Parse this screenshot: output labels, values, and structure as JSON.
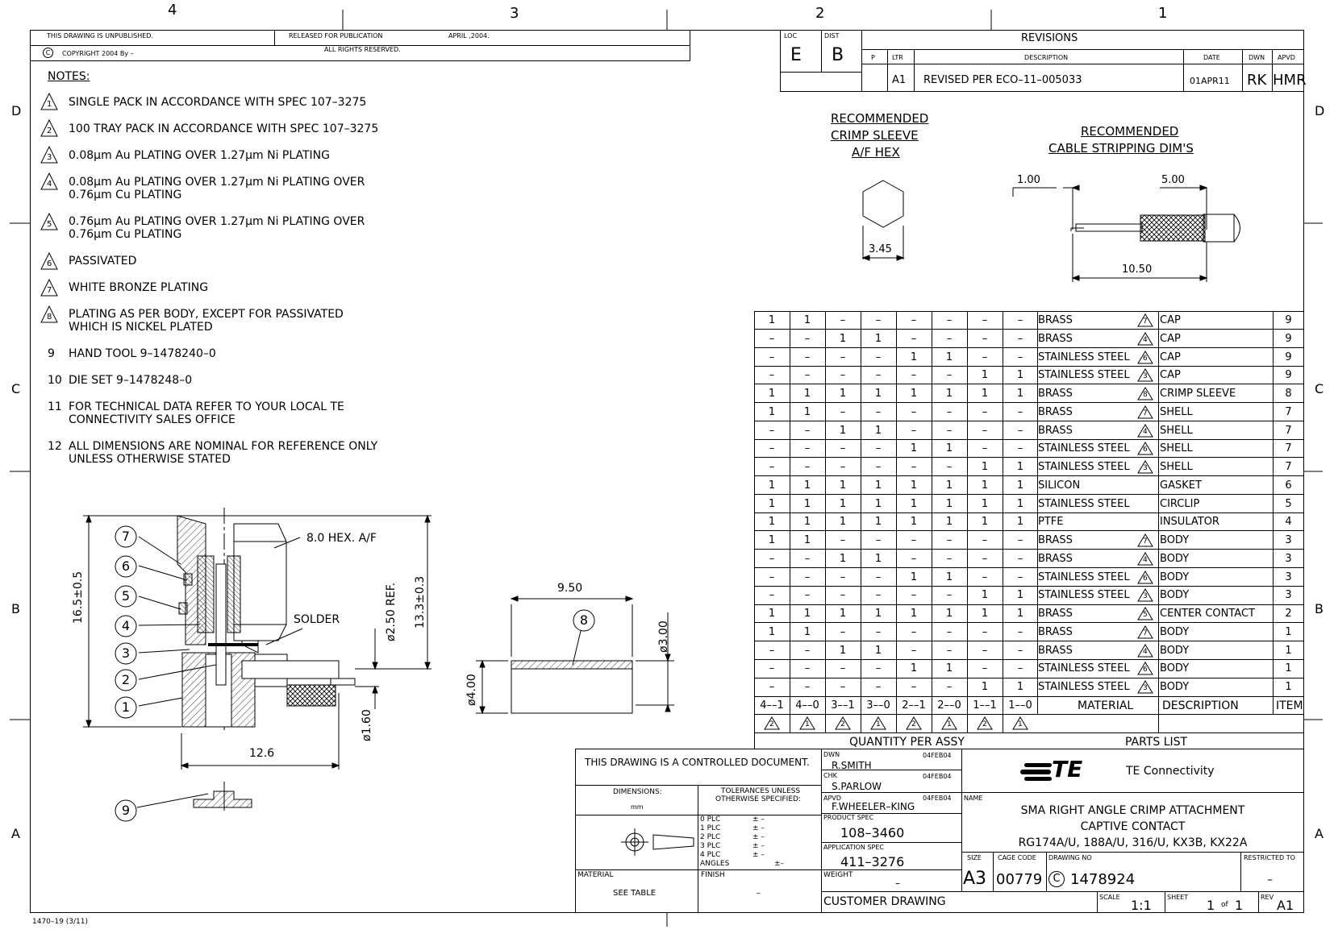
{
  "zones": {
    "top": [
      "4",
      "3",
      "2",
      "1"
    ],
    "side": [
      "D",
      "C",
      "B",
      "A"
    ]
  },
  "header": {
    "unpublished": "THIS DRAWING IS UNPUBLISHED.",
    "released": "RELEASED FOR PUBLICATION",
    "release_date": "APRIL ,2004.",
    "copyright": "COPYRIGHT  2004  By  –",
    "rights": "ALL  RIGHTS  RESERVED.",
    "copyright_symbol": "C"
  },
  "loc_dist": {
    "loc_label": "LOC",
    "loc": "E",
    "dist_label": "DIST",
    "dist": "B"
  },
  "revisions": {
    "title": "REVISIONS",
    "headers": {
      "p": "P",
      "ltr": "LTR",
      "desc": "DESCRIPTION",
      "date": "DATE",
      "dwn": "DWN",
      "apvd": "APVD"
    },
    "rows": [
      {
        "ltr": "A1",
        "desc": "REVISED  PER  ECO–11–005033",
        "date": "01APR11",
        "dwn": "RK",
        "apvd": "HMR"
      }
    ]
  },
  "notes": {
    "title": "NOTES:",
    "flagged": [
      {
        "num": "1",
        "lines": [
          "SINGLE  PACK  IN  ACCORDANCE  WITH  SPEC  107–3275"
        ]
      },
      {
        "num": "2",
        "lines": [
          "100  TRAY  PACK  IN  ACCORDANCE  WITH  SPEC  107–3275"
        ]
      },
      {
        "num": "3",
        "lines": [
          "0.08μm  Au  PLATING  OVER  1.27μm  Ni  PLATING"
        ]
      },
      {
        "num": "4",
        "lines": [
          "0.08μm  Au  PLATING  OVER  1.27μm  Ni  PLATING  OVER",
          "0.76μm  Cu  PLATING"
        ]
      },
      {
        "num": "5",
        "lines": [
          "0.76μm  Au  PLATING  OVER  1.27μm  Ni  PLATING  OVER",
          "0.76μm  Cu  PLATING"
        ]
      },
      {
        "num": "6",
        "lines": [
          "PASSIVATED"
        ]
      },
      {
        "num": "7",
        "lines": [
          "WHITE  BRONZE  PLATING"
        ]
      },
      {
        "num": "8",
        "lines": [
          "PLATING  AS  PER  BODY,  EXCEPT  FOR  PASSIVATED",
          "WHICH  IS  NICKEL  PLATED"
        ]
      }
    ],
    "plain": [
      {
        "num": "9",
        "lines": [
          "HAND  TOOL  9–1478240–0"
        ]
      },
      {
        "num": "10",
        "lines": [
          "DIE  SET  9–1478248–0"
        ]
      },
      {
        "num": "11",
        "lines": [
          "FOR  TECHNICAL  DATA  REFER  TO  YOUR  LOCAL  TE",
          "CONNECTIVITY  SALES  OFFICE"
        ]
      },
      {
        "num": "12",
        "lines": [
          "ALL  DIMENSIONS  ARE  NOMINAL  FOR  REFERENCE  ONLY",
          "UNLESS  OTHERWISE  STATED"
        ]
      }
    ]
  },
  "crimp_sleeve": {
    "title": [
      "RECOMMENDED",
      "CRIMP  SLEEVE",
      "A/F  HEX"
    ],
    "dim": "3.45"
  },
  "stripping": {
    "title": [
      "RECOMMENDED",
      "CABLE  STRIPPING  DIM'S"
    ],
    "dims": [
      "1.00",
      "5.00",
      "10.50"
    ]
  },
  "section_view": {
    "hex": "8.0  HEX.  A/F",
    "solder": "SOLDER",
    "dims": {
      "overall_h": "16.5±0.5",
      "ref_dia": "ø2.50  REF.",
      "h2": "13.3±0.3",
      "w": "12.6",
      "dia_pin": "ø1.60"
    },
    "balloons": [
      "7",
      "6",
      "5",
      "4",
      "3",
      "2",
      "1",
      "9"
    ]
  },
  "sleeve_view": {
    "balloon": "8",
    "len": "9.50",
    "od": "ø4.00",
    "id": "ø3.00"
  },
  "parts_list": {
    "rows": [
      {
        "q": [
          "1",
          "1",
          "–",
          "–",
          "–",
          "–",
          "–",
          "–"
        ],
        "mat": "BRASS",
        "flag": "7",
        "desc": "CAP",
        "item": "9"
      },
      {
        "q": [
          "–",
          "–",
          "1",
          "1",
          "–",
          "–",
          "–",
          "–"
        ],
        "mat": "BRASS",
        "flag": "4",
        "desc": "CAP",
        "item": "9"
      },
      {
        "q": [
          "–",
          "–",
          "–",
          "–",
          "1",
          "1",
          "–",
          "–"
        ],
        "mat": "STAINLESS  STEEL",
        "flag": "6",
        "desc": "CAP",
        "item": "9"
      },
      {
        "q": [
          "–",
          "–",
          "–",
          "–",
          "–",
          "–",
          "1",
          "1"
        ],
        "mat": "STAINLESS  STEEL",
        "flag": "3",
        "desc": "CAP",
        "item": "9"
      },
      {
        "q": [
          "1",
          "1",
          "1",
          "1",
          "1",
          "1",
          "1",
          "1"
        ],
        "mat": "BRASS",
        "flag": "8",
        "desc": "CRIMP  SLEEVE",
        "item": "8"
      },
      {
        "q": [
          "1",
          "1",
          "–",
          "–",
          "–",
          "–",
          "–",
          "–"
        ],
        "mat": "BRASS",
        "flag": "7",
        "desc": "SHELL",
        "item": "7"
      },
      {
        "q": [
          "–",
          "–",
          "1",
          "1",
          "–",
          "–",
          "–",
          "–"
        ],
        "mat": "BRASS",
        "flag": "4",
        "desc": "SHELL",
        "item": "7"
      },
      {
        "q": [
          "–",
          "–",
          "–",
          "–",
          "1",
          "1",
          "–",
          "–"
        ],
        "mat": "STAINLESS  STEEL",
        "flag": "6",
        "desc": "SHELL",
        "item": "7"
      },
      {
        "q": [
          "–",
          "–",
          "–",
          "–",
          "–",
          "–",
          "1",
          "1"
        ],
        "mat": "STAINLESS  STEEL",
        "flag": "3",
        "desc": "SHELL",
        "item": "7"
      },
      {
        "q": [
          "1",
          "1",
          "1",
          "1",
          "1",
          "1",
          "1",
          "1"
        ],
        "mat": "SILICON",
        "flag": "",
        "desc": "GASKET",
        "item": "6"
      },
      {
        "q": [
          "1",
          "1",
          "1",
          "1",
          "1",
          "1",
          "1",
          "1"
        ],
        "mat": "STAINLESS  STEEL",
        "flag": "",
        "desc": "CIRCLIP",
        "item": "5"
      },
      {
        "q": [
          "1",
          "1",
          "1",
          "1",
          "1",
          "1",
          "1",
          "1"
        ],
        "mat": "PTFE",
        "flag": "",
        "desc": "INSULATOR",
        "item": "4"
      },
      {
        "q": [
          "1",
          "1",
          "–",
          "–",
          "–",
          "–",
          "–",
          "–"
        ],
        "mat": "BRASS",
        "flag": "7",
        "desc": "BODY",
        "item": "3"
      },
      {
        "q": [
          "–",
          "–",
          "1",
          "1",
          "–",
          "–",
          "–",
          "–"
        ],
        "mat": "BRASS",
        "flag": "4",
        "desc": "BODY",
        "item": "3"
      },
      {
        "q": [
          "–",
          "–",
          "–",
          "–",
          "1",
          "1",
          "–",
          "–"
        ],
        "mat": "STAINLESS  STEEL",
        "flag": "6",
        "desc": "BODY",
        "item": "3"
      },
      {
        "q": [
          "–",
          "–",
          "–",
          "–",
          "–",
          "–",
          "1",
          "1"
        ],
        "mat": "STAINLESS  STEEL",
        "flag": "3",
        "desc": "BODY",
        "item": "3"
      },
      {
        "q": [
          "1",
          "1",
          "1",
          "1",
          "1",
          "1",
          "1",
          "1"
        ],
        "mat": "BRASS",
        "flag": "5",
        "desc": "CENTER  CONTACT",
        "item": "2"
      },
      {
        "q": [
          "1",
          "1",
          "–",
          "–",
          "–",
          "–",
          "–",
          "–"
        ],
        "mat": "BRASS",
        "flag": "7",
        "desc": "BODY",
        "item": "1"
      },
      {
        "q": [
          "–",
          "–",
          "1",
          "1",
          "–",
          "–",
          "–",
          "–"
        ],
        "mat": "BRASS",
        "flag": "4",
        "desc": "BODY",
        "item": "1"
      },
      {
        "q": [
          "–",
          "–",
          "–",
          "–",
          "1",
          "1",
          "–",
          "–"
        ],
        "mat": "STAINLESS  STEEL",
        "flag": "6",
        "desc": "BODY",
        "item": "1"
      },
      {
        "q": [
          "–",
          "–",
          "–",
          "–",
          "–",
          "–",
          "1",
          "1"
        ],
        "mat": "STAINLESS  STEEL",
        "flag": "3",
        "desc": "BODY",
        "item": "1"
      }
    ],
    "variants": [
      "4––1",
      "4––0",
      "3––1",
      "3––0",
      "2––1",
      "2––0",
      "1––1",
      "1––0"
    ],
    "variant_flags": [
      "2",
      "1",
      "2",
      "1",
      "2",
      "1",
      "2",
      "1"
    ],
    "header_material": "MATERIAL",
    "header_desc": "DESCRIPTION",
    "header_item": "ITEM",
    "qty_label": "QUANTITY  PER  ASSY",
    "parts_label": "PARTS  LIST"
  },
  "title_block": {
    "controlled": "THIS  DRAWING  IS  A  CONTROLLED  DOCUMENT.",
    "dimensions_label": "DIMENSIONS:",
    "dimensions_unit": "mm",
    "tolerances": [
      "TOLERANCES  UNLESS",
      "OTHERWISE  SPECIFIED:"
    ],
    "plc": [
      {
        "k": "0  PLC",
        "v": "± –"
      },
      {
        "k": "1  PLC",
        "v": "± –"
      },
      {
        "k": "2  PLC",
        "v": "± –"
      },
      {
        "k": "3  PLC",
        "v": "± –"
      },
      {
        "k": "4  PLC",
        "v": "± –"
      },
      {
        "k": "ANGLES",
        "v": "±–"
      }
    ],
    "material_label": "MATERIAL",
    "material_value": "SEE  TABLE",
    "finish_label": "FINISH",
    "finish_value": "–",
    "dwn_label": "DWN",
    "dwn_name": "R.SMITH",
    "dwn_date": "04FEB04",
    "chk_label": "CHK",
    "chk_name": "S.PARLOW",
    "chk_date": "04FEB04",
    "apvd_label": "APVD",
    "apvd_name": "F.WHEELER–KING",
    "apvd_date": "04FEB04",
    "product_spec_label": "PRODUCT  SPEC",
    "product_spec": "108–3460",
    "application_spec_label": "APPLICATION  SPEC",
    "application_spec": "411–3276",
    "weight_label": "WEIGHT",
    "weight": "–",
    "customer": "CUSTOMER  DRAWING",
    "company": "TE  Connectivity",
    "logo_text": "TE",
    "name_label": "NAME",
    "name_lines": [
      "SMA  RIGHT  ANGLE  CRIMP  ATTACHMENT",
      "CAPTIVE  CONTACT",
      "RG174A/U,  188A/U,  316/U,  KX3B,  KX22A"
    ],
    "size_label": "SIZE",
    "size": "A3",
    "cage_label": "CAGE  CODE",
    "cage": "00779",
    "dwg_label": "DRAWING  NO",
    "dwg_prefix": "C",
    "dwg_no": "1478924",
    "restricted_label": "RESTRICTED  TO",
    "restricted": "–",
    "scale_label": "SCALE",
    "scale": "1:1",
    "sheet_label": "SHEET",
    "sheet": "1",
    "of": "of",
    "sheets": "1",
    "rev_label": "REV",
    "rev": "A1"
  },
  "footer": {
    "form": "1470–19   (3/11)"
  }
}
